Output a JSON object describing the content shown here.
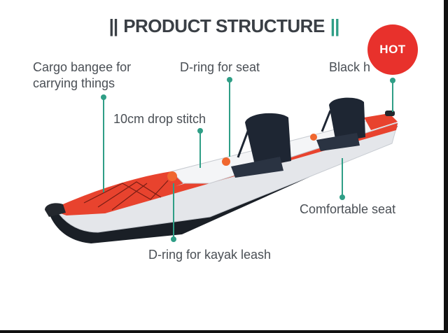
{
  "title": "PRODUCT STRUCTURE",
  "badge": "HOT",
  "labels": {
    "cargo": [
      "Cargo bangee for",
      "carrying things"
    ],
    "d_ring_seat": "D-ring for seat",
    "black_handle": "Black h",
    "drop_stitch": "10cm drop stitch",
    "comfortable_seat": "Comfortable seat",
    "d_ring_leash": "D-ring for kayak leash"
  },
  "colors": {
    "accent": "#2f9e86",
    "kayak_red": "#e8432e",
    "badge_red": "#e8312c",
    "hull_grey": "#e4e6ea",
    "seat_dark": "#1e2633"
  }
}
